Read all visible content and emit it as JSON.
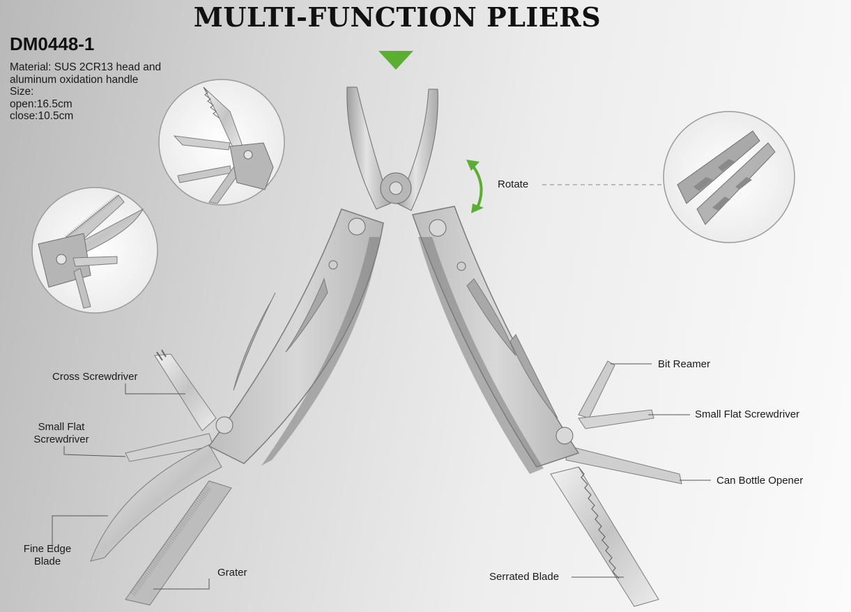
{
  "title": "MULTI-FUNCTION PLIERS",
  "model": "DM0448-1",
  "specs": {
    "material_line1": "Material: SUS 2CR13 head and",
    "material_line2": "aluminum oxidation handle",
    "size_label": "Size:",
    "open": "open:16.5cm",
    "close": "close:10.5cm"
  },
  "labels": {
    "cross_screwdriver": "Cross Screwdriver",
    "small_flat_left_line1": "Small Flat",
    "small_flat_left_line2": "Screwdriver",
    "fine_edge_line1": "Fine Edge",
    "fine_edge_line2": "Blade",
    "grater": "Grater",
    "rotate": "Rotate",
    "bit_reamer": "Bit Reamer",
    "small_flat_right": "Small Flat Screwdriver",
    "can_bottle_opener": "Can Bottle Opener",
    "serrated_blade": "Serrated Blade"
  },
  "colors": {
    "accent_green": "#5aae32",
    "steel": "#c9c9c9",
    "steel_dark": "#8e8e8e"
  },
  "icons": {
    "down_arrow": "triangle-down-icon",
    "rotate": "curved-double-arrow-icon"
  }
}
